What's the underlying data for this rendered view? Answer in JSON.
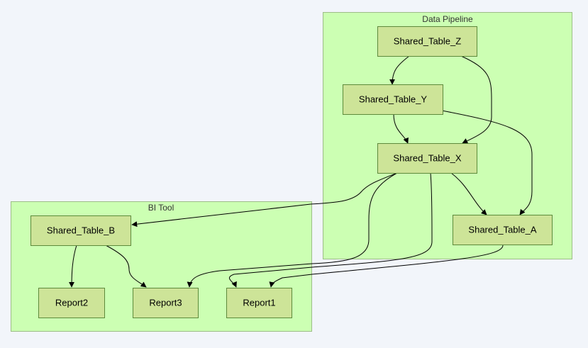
{
  "clusters": {
    "data_pipeline": {
      "label": "Data Pipeline"
    },
    "bi_tool": {
      "label": "BI Tool"
    }
  },
  "nodes": {
    "shared_table_z": {
      "label": "Shared_Table_Z"
    },
    "shared_table_y": {
      "label": "Shared_Table_Y"
    },
    "shared_table_x": {
      "label": "Shared_Table_X"
    },
    "shared_table_a": {
      "label": "Shared_Table_A"
    },
    "shared_table_b": {
      "label": "Shared_Table_B"
    },
    "report1": {
      "label": "Report1"
    },
    "report2": {
      "label": "Report2"
    },
    "report3": {
      "label": "Report3"
    }
  },
  "edges": [
    {
      "from": "Shared_Table_Z",
      "to": "Shared_Table_Y"
    },
    {
      "from": "Shared_Table_Z",
      "to": "Shared_Table_X"
    },
    {
      "from": "Shared_Table_Y",
      "to": "Shared_Table_X"
    },
    {
      "from": "Shared_Table_Y",
      "to": "Shared_Table_A"
    },
    {
      "from": "Shared_Table_X",
      "to": "Shared_Table_A"
    },
    {
      "from": "Shared_Table_X",
      "to": "Shared_Table_B"
    },
    {
      "from": "Shared_Table_X",
      "to": "Report3"
    },
    {
      "from": "Shared_Table_X",
      "to": "Report1"
    },
    {
      "from": "Shared_Table_A",
      "to": "Report1"
    },
    {
      "from": "Shared_Table_B",
      "to": "Report2"
    },
    {
      "from": "Shared_Table_B",
      "to": "Report3"
    }
  ]
}
